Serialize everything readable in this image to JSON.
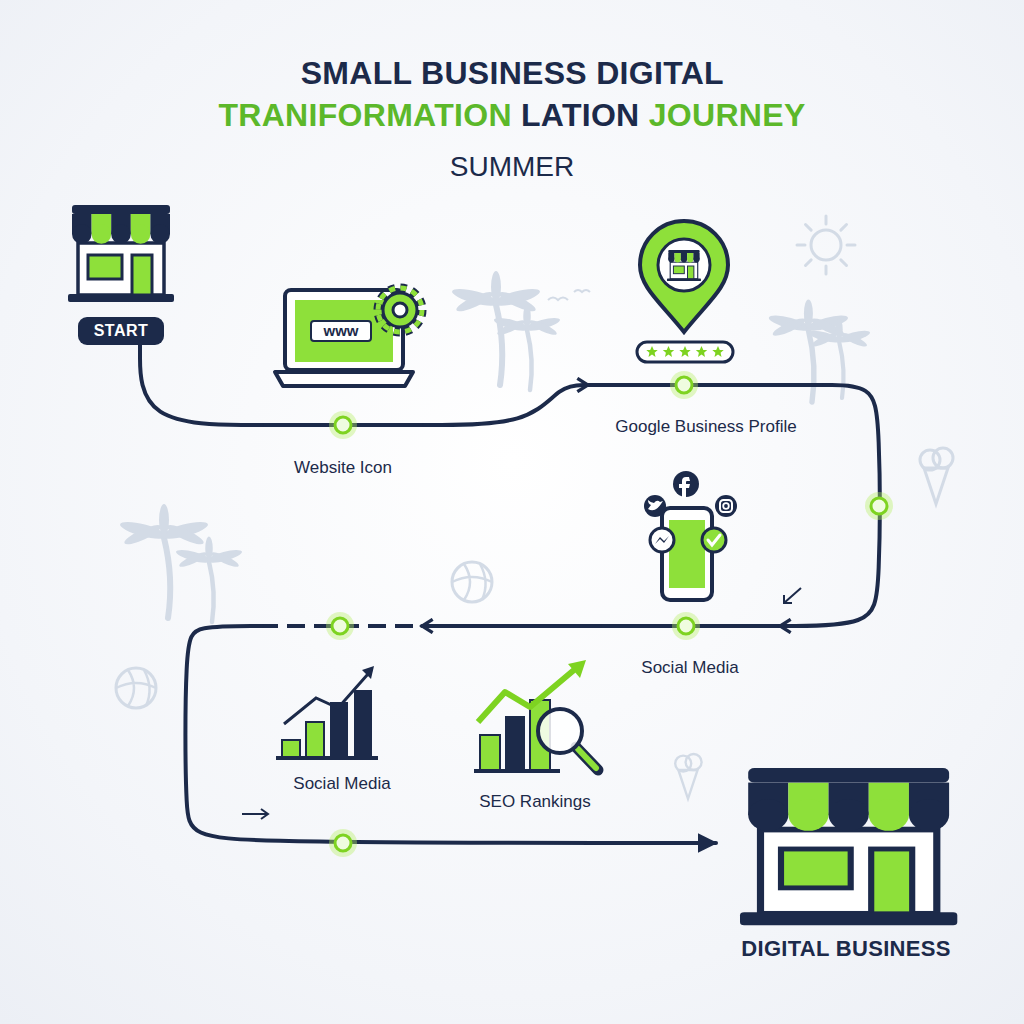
{
  "diagram": {
    "title": "SMALL BUSINESS DIGITAL TRANIFORMATION LATION JOURNEY",
    "nodes": [
      {
        "text": [
          "START"
        ]
      },
      {
        "text": [
          "Website Icon"
        ]
      },
      {
        "text": [
          "Google Business Profile"
        ]
      },
      {
        "text": [
          "Social Media"
        ]
      },
      {
        "text": [
          "Social Media"
        ]
      },
      {
        "text": [
          "SEO Rankings"
        ]
      },
      {
        "text": [
          "DIGITAL BUSINESS"
        ]
      }
    ],
    "edges": [
      {
        "from": 0,
        "to": 1,
        "arrow": "none"
      },
      {
        "from": 1,
        "to": 2,
        "arrow": "to"
      },
      {
        "from": 2,
        "to": 3,
        "arrow": "to"
      },
      {
        "from": 3,
        "to": 4,
        "arrow": "to"
      },
      {
        "from": 4,
        "to": 6,
        "arrow": "to"
      }
    ],
    "labels": [
      "SUMMER",
      "www"
    ]
  }
}
